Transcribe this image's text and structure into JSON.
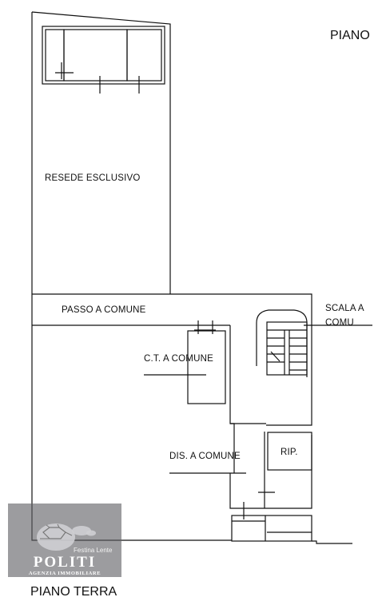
{
  "labels": {
    "piano_top": "PIANO",
    "resede": "RESEDE ESCLUSIVO",
    "passo": "PASSO A COMUNE",
    "scala_line1": "SCALA A",
    "scala_line2": "COMU",
    "ct": "C.T. A COMUNE",
    "dis": "DIS. A COMUNE",
    "rip": "RIP.",
    "piano_terra": "PIANO TERRA"
  },
  "logo": {
    "tagline": "Festina Lente",
    "brand": "POLITI",
    "subtitle": "AGENZIA IMMOBILIARE"
  },
  "colors": {
    "line": "#111111",
    "logo_bg": "#5f5f64"
  }
}
